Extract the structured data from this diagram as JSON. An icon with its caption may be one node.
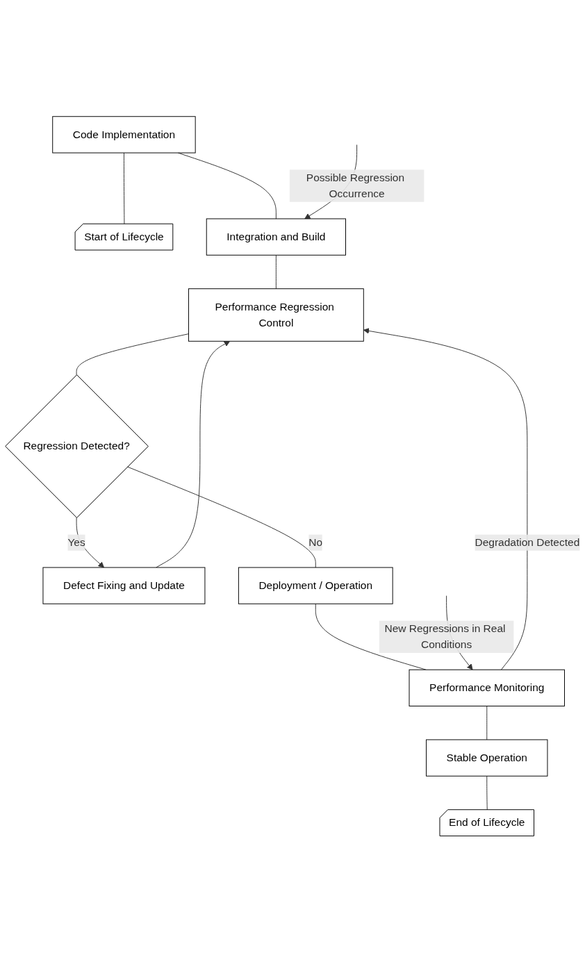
{
  "diagram": {
    "nodes": [
      {
        "text": [
          "Code Implementation"
        ]
      },
      {
        "text": [
          "Start of Lifecycle"
        ]
      },
      {
        "text": [
          "Integration and Build"
        ]
      },
      {
        "text": [
          "Performance Regression Control"
        ]
      },
      {
        "text": [
          "Defect Fixing and Update"
        ]
      },
      {
        "text": [
          "Regression Detected?"
        ]
      },
      {
        "text": [
          "Deployment / Operation"
        ]
      },
      {
        "text": [
          "Performance Monitoring"
        ]
      },
      {
        "text": [
          "Stable Operation"
        ]
      },
      {
        "text": [
          "End of Lifecycle"
        ]
      }
    ],
    "edges": [
      {
        "from": 0,
        "to": 1,
        "arrow": "none"
      },
      {
        "from": 0,
        "to": 2,
        "arrow": "none"
      },
      {
        "from": null,
        "to": 2,
        "arrow": "to",
        "label": "Possible Regression Occurrence"
      },
      {
        "from": 2,
        "to": 3,
        "arrow": "none"
      },
      {
        "from": 3,
        "to": 5,
        "arrow": "none"
      },
      {
        "from": 5,
        "to": 4,
        "arrow": "to",
        "label": "Yes"
      },
      {
        "from": 4,
        "to": 3,
        "arrow": "to"
      },
      {
        "from": 5,
        "to": 6,
        "arrow": "none",
        "label": "No"
      },
      {
        "from": 6,
        "to": 7,
        "arrow": "none"
      },
      {
        "from": null,
        "to": 7,
        "arrow": "to",
        "label": "New Regressions in Real Conditions"
      },
      {
        "from": 7,
        "to": 3,
        "arrow": "to",
        "label": "Degradation Detected"
      },
      {
        "from": 7,
        "to": 8,
        "arrow": "none"
      },
      {
        "from": 8,
        "to": 9,
        "arrow": "none"
      }
    ]
  }
}
